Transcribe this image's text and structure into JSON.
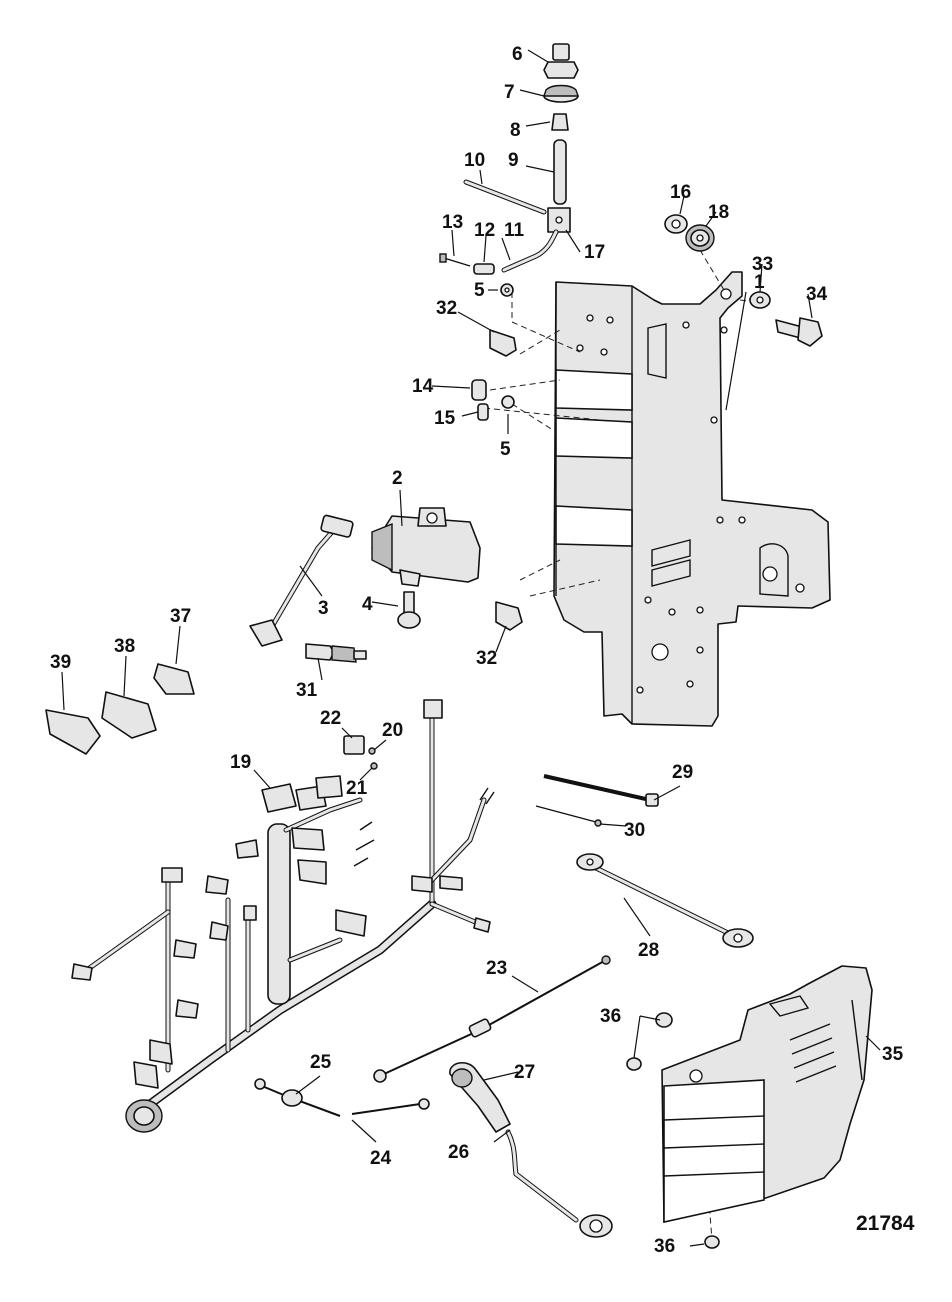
{
  "figure_number": "21784",
  "callouts": [
    "1",
    "2",
    "3",
    "4",
    "5",
    "6",
    "7",
    "8",
    "9",
    "10",
    "11",
    "12",
    "13",
    "14",
    "15",
    "16",
    "17",
    "18",
    "19",
    "20",
    "21",
    "22",
    "23",
    "24",
    "25",
    "26",
    "27",
    "28",
    "29",
    "30",
    "31",
    "32",
    "33",
    "34",
    "35",
    "36",
    "37",
    "38",
    "39"
  ],
  "colors": {
    "line": "#111111",
    "part_fill": "#e6e6e6",
    "background": "#ffffff"
  }
}
